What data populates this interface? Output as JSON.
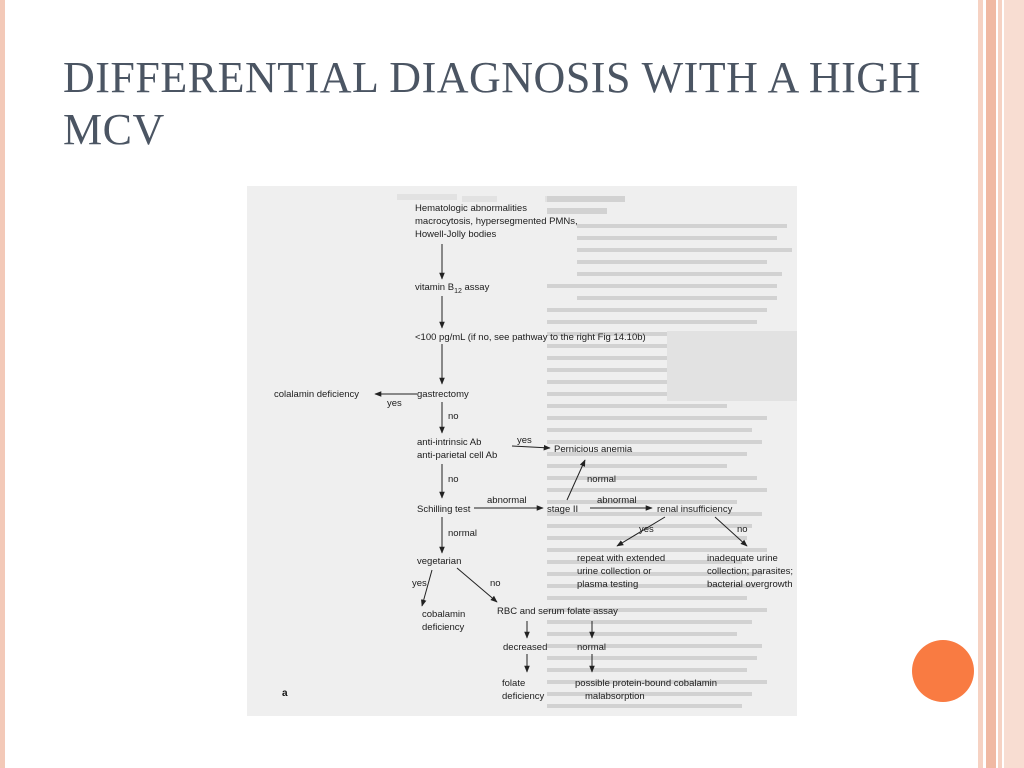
{
  "slide": {
    "title": "DIFFERENTIAL DIAGNOSIS WITH A HIGH MCV",
    "colors": {
      "title_text": "#4b5563",
      "accent_circle": "#f97b42",
      "border": "#f3c9b8"
    }
  },
  "diagram": {
    "panel_label": "a",
    "nodes": {
      "hematologic": [
        "Hematologic abnormalities",
        "macrocytosis, hypersegmented PMNs,",
        "Howell-Jolly bodies"
      ],
      "vitamin_assay": {
        "text": "vitamin B",
        "sub": "12",
        "tail": " assay"
      },
      "threshold": "<100 pg/mL (if no, see pathway to the right Fig 14.10b)",
      "gastrectomy": "gastrectomy",
      "colalamin_deficiency": "colalamin deficiency",
      "antibodies": [
        "anti-intrinsic Ab",
        "anti-parietal cell Ab"
      ],
      "pernicious_anemia": "Pernicious anemia",
      "schilling_test": "Schilling test",
      "stage_ii": "stage II",
      "renal_insufficiency": "renal insufficiency",
      "repeat_collection": [
        "repeat with extended",
        "urine collection or",
        "plasma testing"
      ],
      "inadequate_urine": [
        "inadequate urine",
        "collection; parasites;",
        "bacterial overgrowth"
      ],
      "vegetarian": "vegetarian",
      "cobalamin_deficiency": [
        "cobalamin",
        "deficiency"
      ],
      "rbc_folate_assay": "RBC and serum folate assay",
      "decreased": "decreased",
      "normal_result": "normal",
      "folate_deficiency": [
        "folate",
        "deficiency"
      ],
      "protein_bound": [
        "possible protein-bound cobalamin",
        "malabsorption"
      ]
    },
    "edge_labels": {
      "gastrectomy_yes": "yes",
      "gastrectomy_no": "no",
      "antibodies_yes": "yes",
      "antibodies_no": "no",
      "schilling_abnormal": "abnormal",
      "stage_normal": "normal",
      "stage_abnormal": "abnormal",
      "schilling_normal": "normal",
      "renal_yes": "yes",
      "renal_no": "no",
      "vegetarian_yes": "yes",
      "vegetarian_no": "no"
    }
  }
}
